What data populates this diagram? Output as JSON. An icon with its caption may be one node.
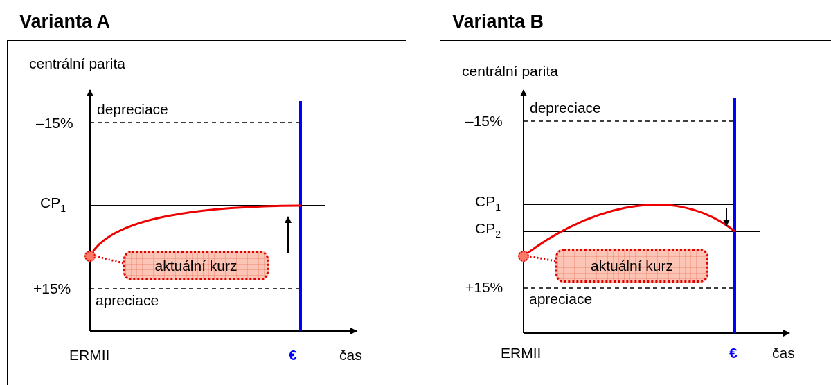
{
  "diagram": {
    "nodes": [
      {
        "text": [
          "Varianta A"
        ]
      },
      {
        "text": [
          "aktuální kurz"
        ],
        "in": 0
      },
      {
        "text": [],
        "shape": "circle",
        "in": 0
      },
      {
        "text": [
          "Varianta B"
        ]
      },
      {
        "text": [
          "aktuální kurz"
        ],
        "in": 3
      },
      {
        "text": [],
        "shape": "circle",
        "in": 3
      }
    ],
    "edges": [
      {
        "from": 1,
        "to": 2,
        "arrow": "none"
      },
      {
        "from": 4,
        "to": 5,
        "arrow": "none"
      }
    ],
    "labels": [
      "centrální parita",
      "depreciace",
      "–15%",
      "CP$_{1}$",
      "+15%",
      "apreciace",
      "ERMII",
      "€",
      "čas",
      "centrální parita",
      "depreciace",
      "–15%",
      "CP$_{1}$",
      "CP$_{2}$",
      "+15%",
      "apreciace",
      "ERMII",
      "€",
      "čas"
    ]
  }
}
